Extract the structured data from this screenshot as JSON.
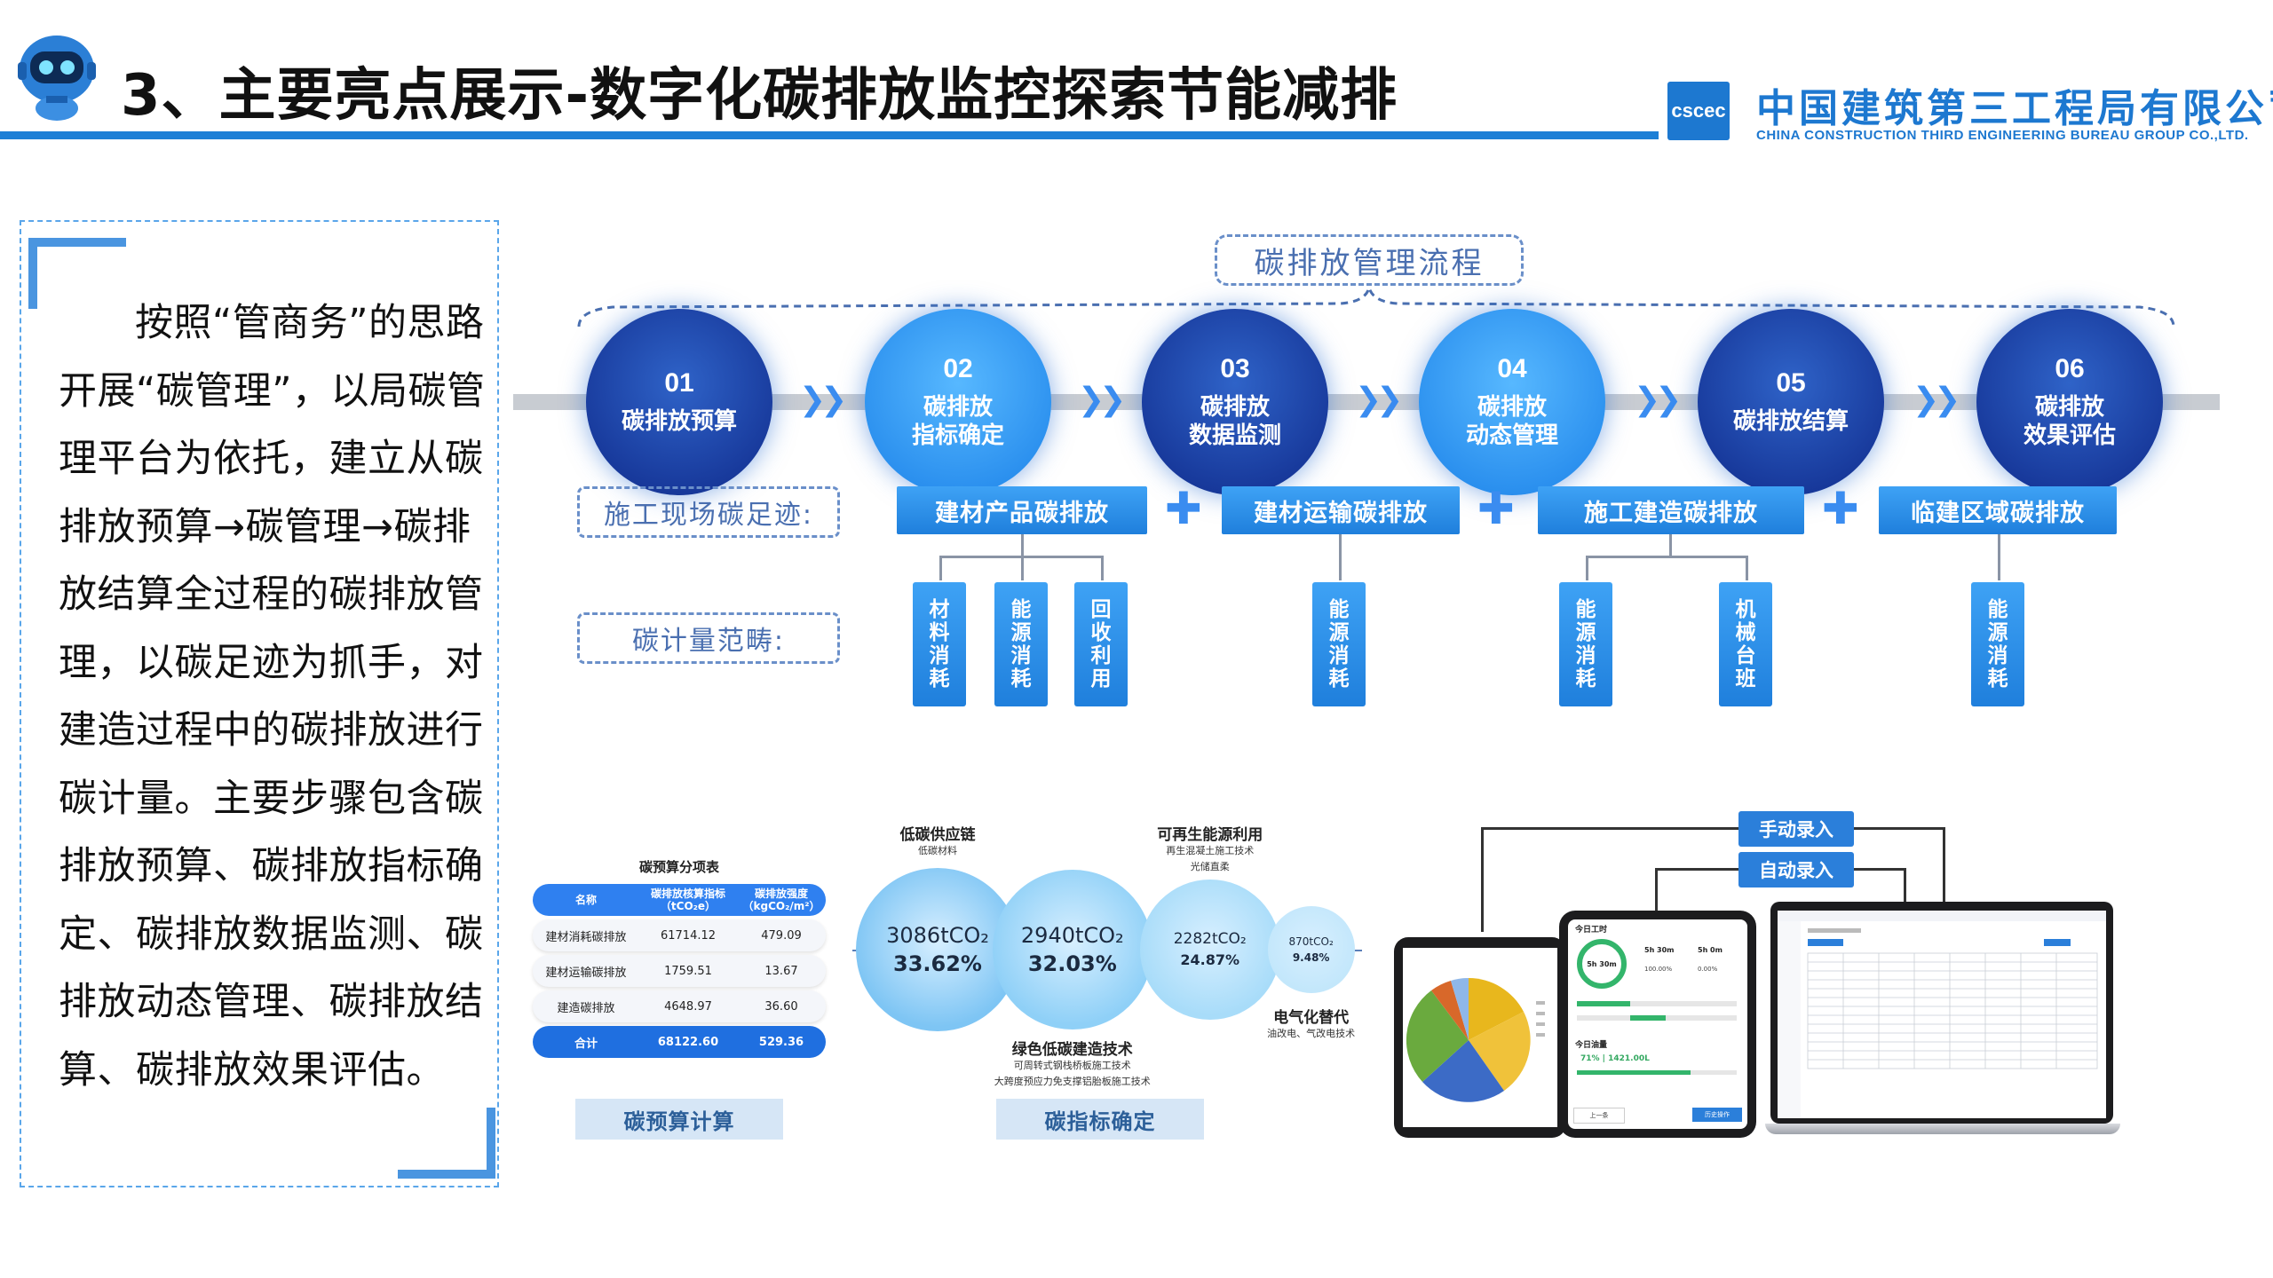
{
  "header": {
    "title": "3、主要亮点展示-数字化碳排放监控探索节能减排",
    "company_cn": "中国建筑第三工程局有限公司",
    "company_en": "CHINA CONSTRUCTION THIRD ENGINEERING BUREAU GROUP CO.,LTD.",
    "logo_text": "cscec"
  },
  "text_panel": {
    "body": "按照“管商务”的思路开展“碳管理”，以局碳管理平台为依托，建立从碳排放预算→碳管理→碳排放结算全过程的碳排放管理，以碳足迹为抓手，对建造过程中的碳排放进行碳计量。主要步骤包含碳排放预算、碳排放指标确定、碳排放数据监测、碳排放动态管理、碳排放结算、碳排放效果评估。"
  },
  "process": {
    "title": "碳排放管理流程",
    "steps": [
      {
        "num": "01",
        "line1": "碳排放预算",
        "line2": ""
      },
      {
        "num": "02",
        "line1": "碳排放",
        "line2": "指标确定"
      },
      {
        "num": "03",
        "line1": "碳排放",
        "line2": "数据监测"
      },
      {
        "num": "04",
        "line1": "碳排放",
        "line2": "动态管理"
      },
      {
        "num": "05",
        "line1": "碳排放结算",
        "line2": ""
      },
      {
        "num": "06",
        "line1": "碳排放",
        "line2": "效果评估"
      }
    ],
    "footprint_label": "施工现场碳足迹:",
    "scope_label": "碳计量范畴:",
    "footprints": [
      "建材产品碳排放",
      "建材运输碳排放",
      "施工建造碳排放",
      "临建区域碳排放"
    ],
    "plus": "✚",
    "scopes": [
      {
        "chars": [
          "材",
          "料",
          "消",
          "耗"
        ]
      },
      {
        "chars": [
          "能",
          "源",
          "消",
          "耗"
        ]
      },
      {
        "chars": [
          "回",
          "收",
          "利",
          "用"
        ]
      },
      {
        "chars": [
          "能",
          "源",
          "消",
          "耗"
        ]
      },
      {
        "chars": [
          "能",
          "源",
          "消",
          "耗"
        ]
      },
      {
        "chars": [
          "机",
          "械",
          "台",
          "班"
        ]
      },
      {
        "chars": [
          "能",
          "源",
          "消",
          "耗"
        ]
      }
    ]
  },
  "budget_table": {
    "title": "碳预算分项表",
    "header": [
      "名称",
      "碳排放核算指标（tCO₂e）",
      "碳排放强度（kgCO₂/m²）"
    ],
    "rows": [
      [
        "建材消耗碳排放",
        "61714.12",
        "479.09"
      ],
      [
        "建材运输碳排放",
        "1759.51",
        "13.67"
      ],
      [
        "建造碳排放",
        "4648.97",
        "36.60"
      ]
    ],
    "total": [
      "合计",
      "68122.60",
      "529.36"
    ],
    "caption": "碳预算计算"
  },
  "chart_data": {
    "type": "bubble",
    "caption": "碳指标确定",
    "items": [
      {
        "name": "低碳供应链",
        "sub": [
          "低碳材料"
        ],
        "value_text": "3086tCO₂",
        "percent": 33.62,
        "value": 3086
      },
      {
        "name": "绿色低碳建造技术",
        "sub": [
          "可周转式钢栈桥板施工技术",
          "大跨度预应力免支撑铝胎板施工技术"
        ],
        "value_text": "2940tCO₂",
        "percent": 32.03,
        "value": 2940
      },
      {
        "name": "可再生能源利用",
        "sub": [
          "再生混凝土施工技术",
          "光储直柔"
        ],
        "value_text": "2282tCO₂",
        "percent": 24.87,
        "value": 2282
      },
      {
        "name": "电气化替代",
        "sub": [
          "油改电、气改电技术"
        ],
        "value_text": "870tCO₂",
        "percent": 9.48,
        "value": 870
      }
    ]
  },
  "devices": {
    "manual_entry": "手动录入",
    "auto_entry": "自动录入",
    "phone": {
      "header": "今日工时",
      "ring_value": "5h 30m",
      "stat1": "5h 30m",
      "stat2": "5h 0m",
      "pct1": "100.00%",
      "pct2": "0.00%",
      "oil_label": "今日油量",
      "oil_value": "71% | 1421.00L",
      "btn_left": "上一条",
      "btn_right": "历史操作"
    }
  }
}
